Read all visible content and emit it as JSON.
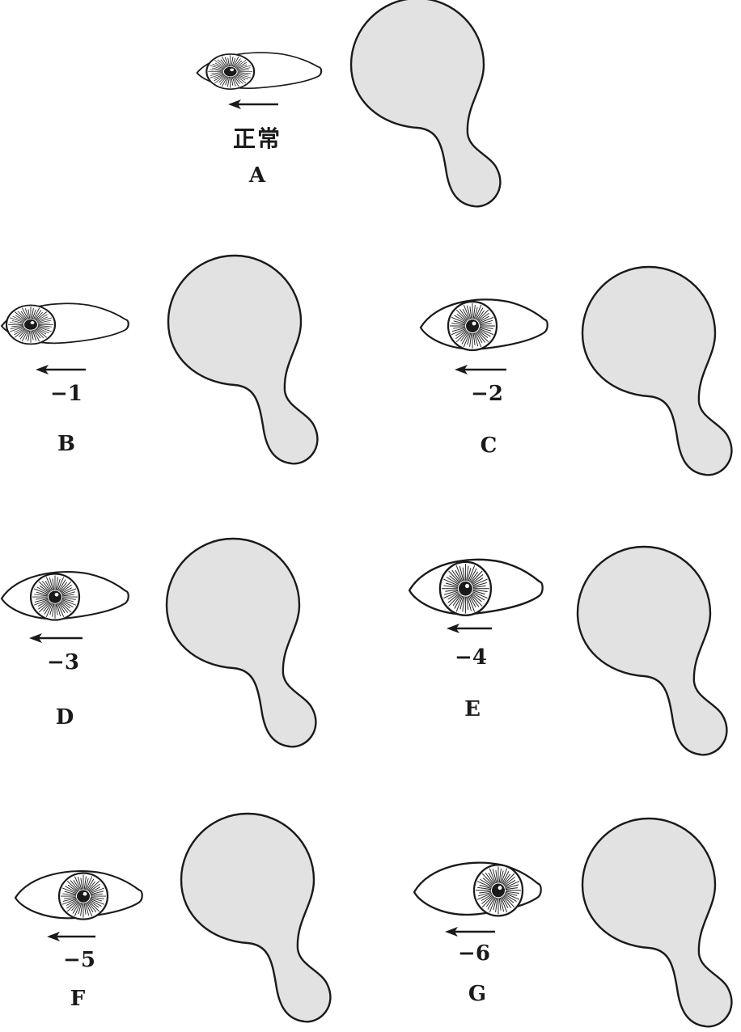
{
  "panels": [
    {
      "id": "A",
      "letter": "A",
      "caption": "正常",
      "gaze_level": 0
    },
    {
      "id": "B",
      "letter": "B",
      "caption": "−1",
      "gaze_level": -1
    },
    {
      "id": "C",
      "letter": "C",
      "caption": "−2",
      "gaze_level": -2
    },
    {
      "id": "D",
      "letter": "D",
      "caption": "−3",
      "gaze_level": -3
    },
    {
      "id": "E",
      "letter": "E",
      "caption": "−4",
      "gaze_level": -4
    },
    {
      "id": "F",
      "letter": "F",
      "caption": "−5",
      "gaze_level": -5
    },
    {
      "id": "G",
      "letter": "G",
      "caption": "−6",
      "gaze_level": -6
    }
  ],
  "colors": {
    "ink": "#1a1a1a",
    "fixation_fill": "#e2e2e2",
    "background": "#ffffff"
  }
}
